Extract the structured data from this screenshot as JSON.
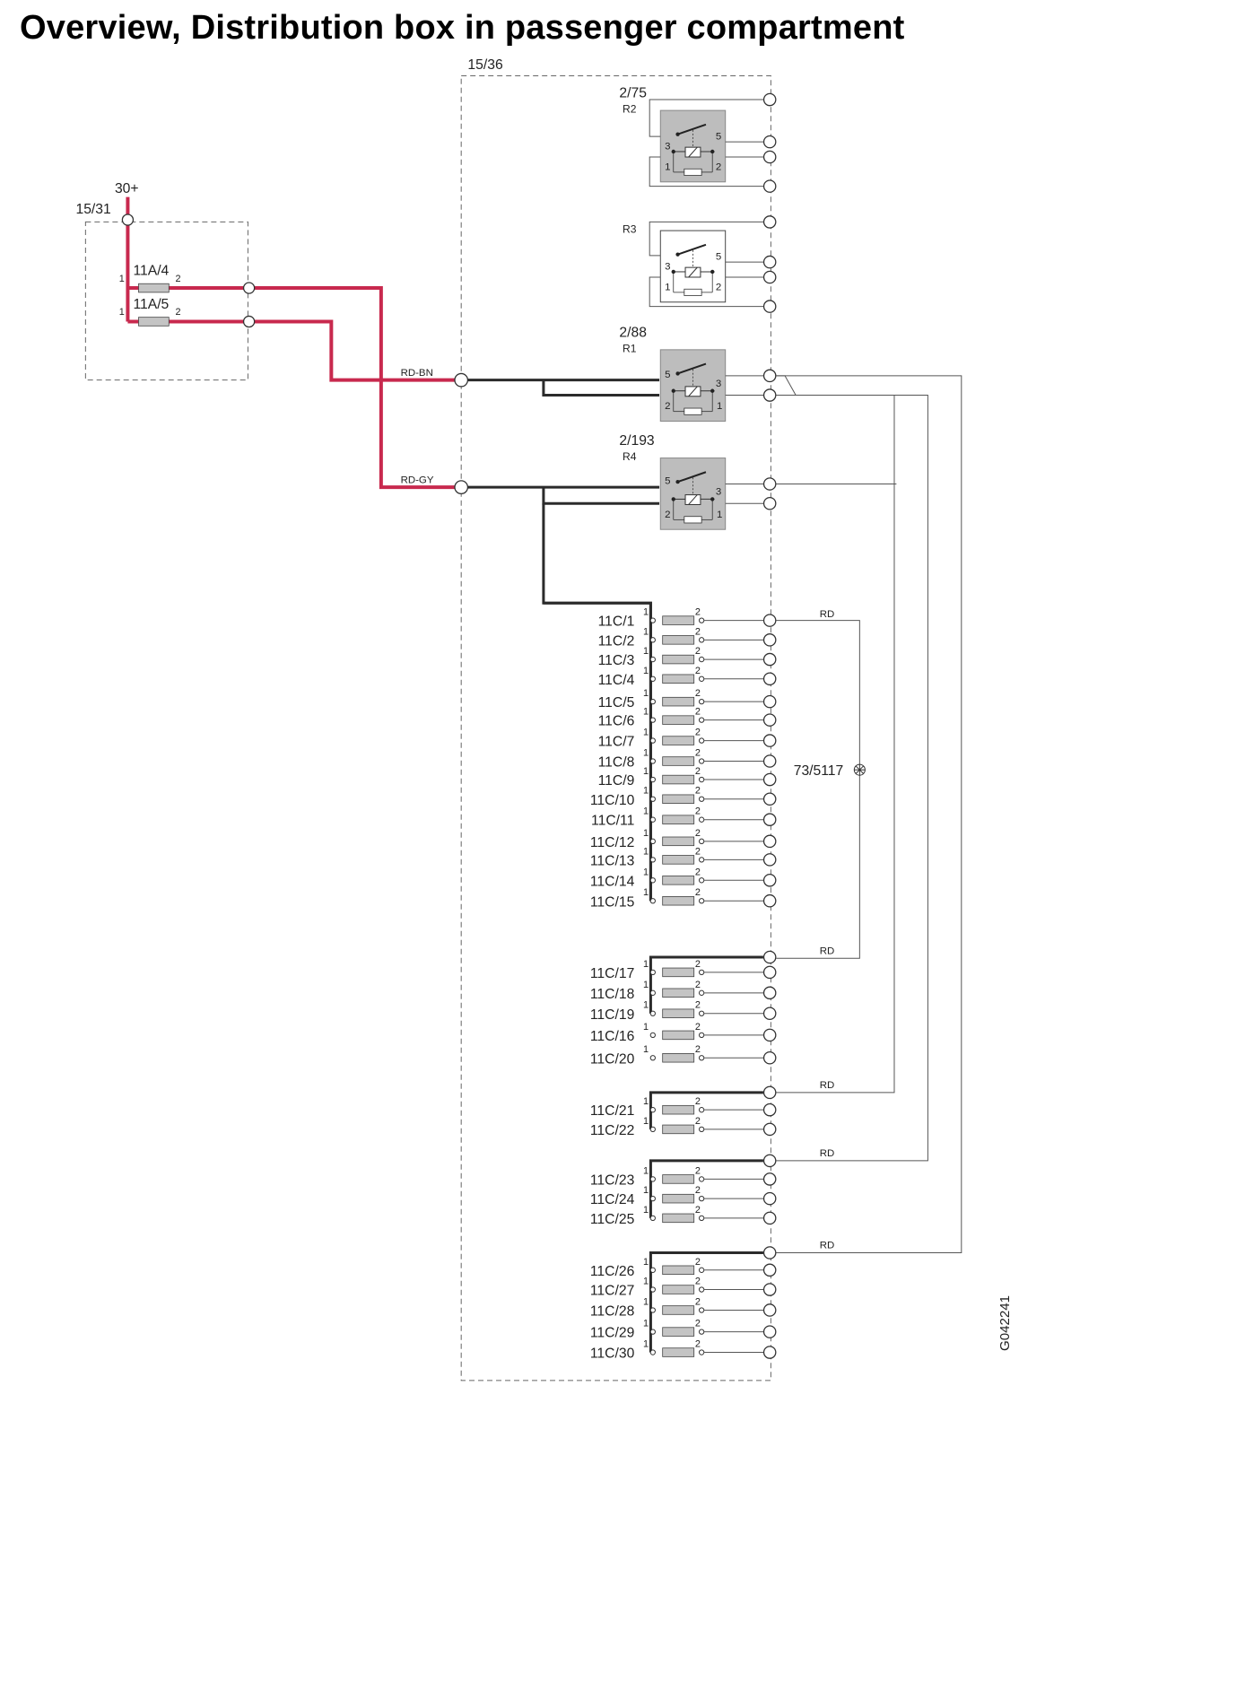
{
  "title": "Overview, Distribution box in passenger compartment",
  "doc_code": "G042241",
  "colors": {
    "feed_red": "#c8294e",
    "wire_dark": "#2b2b2b",
    "wire_thin": "#555555",
    "relay_fill": "#bdbdbd",
    "fuse_fill": "#c4c4c4"
  },
  "supply": {
    "label": "30+",
    "box_label": "15/31"
  },
  "main_box_label": "15/36",
  "main_fuses": [
    {
      "label": "11A/4",
      "pin1": "1",
      "pin2": "2"
    },
    {
      "label": "11A/5",
      "pin1": "1",
      "pin2": "2"
    }
  ],
  "wires": {
    "rd_bn": "RD-BN",
    "rd_gy": "RD-GY",
    "rd": "RD"
  },
  "relays": [
    {
      "id": "R2",
      "ref": "2/75",
      "p3": "3",
      "p5": "5",
      "p1": "1",
      "p2": "2"
    },
    {
      "id": "R3",
      "ref": "",
      "p3": "3",
      "p5": "5",
      "p1": "1",
      "p2": "2"
    },
    {
      "id": "R1",
      "ref": "2/88",
      "p5": "5",
      "p3": "3",
      "p2": "2",
      "p1": "1"
    },
    {
      "id": "R4",
      "ref": "2/193",
      "p5": "5",
      "p3": "3",
      "p2": "2",
      "p1": "1"
    }
  ],
  "fuse_pin_labels": {
    "in": "1",
    "out": "2"
  },
  "fuse_groups": [
    {
      "fuses": [
        "11C/1",
        "11C/2",
        "11C/3",
        "11C/4",
        "11C/5",
        "11C/6",
        "11C/7",
        "11C/8",
        "11C/9",
        "11C/10",
        "11C/11",
        "11C/12",
        "11C/13",
        "11C/14",
        "11C/15"
      ]
    },
    {
      "fuses": [
        "11C/17",
        "11C/18",
        "11C/19",
        "11C/16",
        "11C/20"
      ]
    },
    {
      "fuses": [
        "11C/21",
        "11C/22"
      ]
    },
    {
      "fuses": [
        "11C/23",
        "11C/24",
        "11C/25"
      ]
    },
    {
      "fuses": [
        "11C/26",
        "11C/27",
        "11C/28",
        "11C/29",
        "11C/30"
      ]
    }
  ],
  "connector": {
    "label": "73/5117"
  }
}
